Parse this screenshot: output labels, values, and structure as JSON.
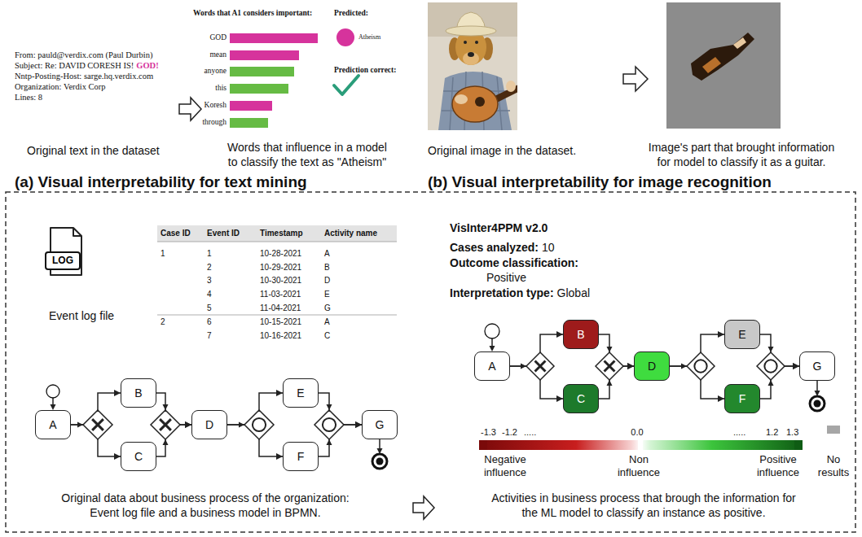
{
  "diagram": {
    "nodes": [
      {
        "text": [
          "LOG"
        ]
      },
      {
        "text": [
          "A"
        ]
      },
      {
        "text": [
          "B"
        ]
      },
      {
        "text": [
          "C"
        ]
      },
      {
        "text": [
          "D"
        ]
      },
      {
        "text": [
          "E"
        ]
      },
      {
        "text": [
          "F"
        ]
      },
      {
        "text": [
          "G"
        ]
      },
      {
        "text": [
          "A"
        ]
      },
      {
        "text": [
          "B"
        ]
      },
      {
        "text": [
          "C"
        ]
      },
      {
        "text": [
          "D"
        ]
      },
      {
        "text": [
          "E"
        ]
      },
      {
        "text": [
          "F"
        ]
      },
      {
        "text": [
          "G"
        ]
      }
    ],
    "edges": [
      {
        "from": 1,
        "to": 2,
        "arrow": "to"
      },
      {
        "from": 1,
        "to": 3,
        "arrow": "to"
      },
      {
        "from": 2,
        "to": 4,
        "arrow": "to"
      },
      {
        "from": 3,
        "to": 4,
        "arrow": "to"
      },
      {
        "from": 4,
        "to": 5,
        "arrow": "to"
      },
      {
        "from": 4,
        "to": 6,
        "arrow": "to"
      },
      {
        "from": 5,
        "to": 7,
        "arrow": "to"
      },
      {
        "from": 6,
        "to": 7,
        "arrow": "to"
      },
      {
        "from": 8,
        "to": 9,
        "arrow": "to"
      },
      {
        "from": 8,
        "to": 10,
        "arrow": "to"
      },
      {
        "from": 9,
        "to": 11,
        "arrow": "to"
      },
      {
        "from": 10,
        "to": 11,
        "arrow": "to"
      },
      {
        "from": 11,
        "to": 12,
        "arrow": "to"
      },
      {
        "from": 11,
        "to": 13,
        "arrow": "to"
      },
      {
        "from": 12,
        "to": 14,
        "arrow": "to"
      },
      {
        "from": 13,
        "to": 14,
        "arrow": "to"
      }
    ],
    "labels": [
      "From: pauld@verdix.com (Paul Durbin)",
      "Subject: Re: DAVID CORESH IS!",
      "GOD!",
      "Nntp-Posting-Host: sarge.hq.verdix.com",
      "Organization: Verdix Corp",
      "Lines: 8",
      "Words that A1 considers important:",
      "GOD",
      "mean",
      "anyone",
      "this",
      "Koresh",
      "through",
      "Predicted:",
      "Atheism",
      "Prediction correct:",
      "Original text in the dataset",
      "Words that influence in a model to classify the text as \"Atheism\"",
      "(a) Visual interpretability for text mining",
      "Original image in the dataset.",
      "Image's part that brought information for model to classify it as a guitar.",
      "(b) Visual interpretability for image recognition",
      "Event log file",
      "Case ID",
      "Event ID",
      "Timestamp",
      "Activity name",
      "1",
      "1",
      "10-28-2021",
      "A",
      "2",
      "10-29-2021",
      "B",
      "3",
      "10-30-2021",
      "D",
      "4",
      "11-03-2021",
      "E",
      "5",
      "11-04-2021",
      "G",
      "2",
      "6",
      "10-15-2021",
      "A",
      "7",
      "10-16-2021",
      "C",
      "Original data about business process of the organization: Event log file and a business model in BPMN.",
      "VisInter4PPM v2.0",
      "Cases analyzed:",
      "10",
      "Outcome classification:",
      "Positive",
      "Interpretation type:",
      "Global",
      "-1.3",
      "-1.2",
      ".....",
      "0.0",
      ".....",
      "1.2",
      "1.3",
      "Activities in business process that brough the information for the ML model to classify an instance as positive."
    ],
    "legend": [
      {
        "text": "Negative influence",
        "color": "#7a0a0a"
      },
      {
        "text": "Non influence",
        "color": "#ffffff"
      },
      {
        "text": "Positive influence",
        "color": "#0f5c14"
      },
      {
        "text": "No results",
        "color": "#a6a6a6"
      }
    ]
  }
}
